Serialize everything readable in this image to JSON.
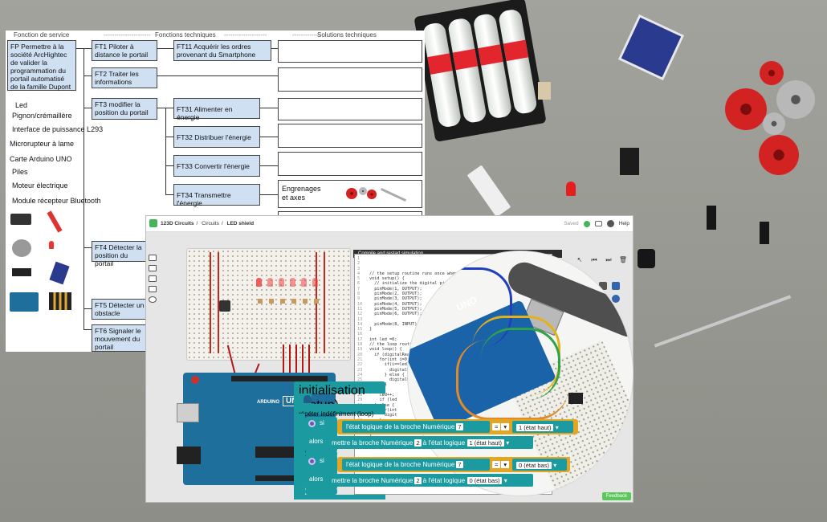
{
  "diagram": {
    "headers": {
      "service": "Fonction de service",
      "techniques": "Fonctions techniques",
      "solutions": "Solutions techniques"
    },
    "fp": "FP Permettre à la société ArcHightec de valider la programmation du portail automatisé de la famille Dupont",
    "ft1": "FT1 Piloter à distance le portail",
    "ft11": "FT11 Acquérir les ordres provenant du Smartphone",
    "ft2": "FT2 Traiter les informations",
    "ft3": "FT3 modifier la position du portail",
    "ft31": "FT31 Alimenter en énergie",
    "ft32": "FT32 Distribuer l'énergie",
    "ft33": "FT33 Convertir l'énergie",
    "ft34": "FT34 Transmettre l'énergie",
    "sol_ft34": "Engrenages et axes",
    "ft4": "FT4 Détecter la position du portail",
    "ft5": "FT5 Détecter un obstacle",
    "ft6": "FT6 Signaler le mouvement du portail",
    "components": [
      "Led",
      "Pignon/crémaillère",
      "Interface de puissance L293",
      "Microrupteur à lame",
      "Carte Arduino UNO",
      "Piles",
      "Moteur électrique",
      "Module récepteur Bluetooth"
    ]
  },
  "app": {
    "name": "123D Circuits",
    "breadcrumb": [
      "Circuits",
      "LED shield"
    ],
    "saved": "Saved",
    "help": "Help",
    "code_title": "Compile and restart simulation",
    "feedback": "Feedback",
    "board_label": "UNO",
    "board_brand": "ARDUINO"
  },
  "code_lines": [
    "// the setup routine runs once when you press reset:",
    "void setup() {",
    "  // initialize the digital pin as an output.",
    "  pinMode(1, OUTPUT);",
    "  pinMode(2, OUTPUT);",
    "  pinMode(3, OUTPUT);",
    "  pinMode(4, OUTPUT);",
    "  pinMode(5, OUTPUT);",
    "  pinMode(6, OUTPUT);",
    "",
    "  pinMode(8, INPUT);",
    "}",
    "",
    "int led =0;",
    "// the loop routine",
    "void loop() {",
    "  if (digitalRead(",
    "    for(int i=0;",
    "      if(i==led)",
    "        digitalW",
    "      } else {",
    "        digitalW",
    "      }",
    "    }",
    "    led++;",
    "    if (led",
    "  } else {",
    "    for(int",
    "      digit",
    "    }",
    "  }",
    "  delay(100);",
    "}"
  ],
  "blocks": {
    "setup": "initialisation (setup)",
    "loop": "répéter indéfiniment (loop)",
    "if_label": "si",
    "then_label": "alors",
    "if1": {
      "cond_prefix": "l'état logique de la broche Numérique",
      "pin": "7",
      "op": "=",
      "value": "1 (état haut)",
      "action_prefix": "mettre la broche Numérique",
      "action_pin": "2",
      "action_mid": "à l'état logique",
      "action_value": "1 (état haut)"
    },
    "if2": {
      "cond_prefix": "l'état logique de la broche Numérique",
      "pin": "7",
      "op": "=",
      "value": "0 (état bas)",
      "action_prefix": "mettre la broche Numérique",
      "action_pin": "2",
      "action_mid": "à l'état logique",
      "action_value": "0 (état bas)"
    }
  },
  "photo": {
    "board_label": "UNO"
  },
  "colors": {
    "block_teal": "#1b9aa0",
    "block_orange": "#e1a626",
    "ft_blue": "#cfe0f2",
    "wire_red": "#b01818",
    "arduino_blue": "#1f6f9c"
  },
  "icons": {
    "add_block": "gear-icon",
    "dropdown": "chevron-down-icon"
  }
}
